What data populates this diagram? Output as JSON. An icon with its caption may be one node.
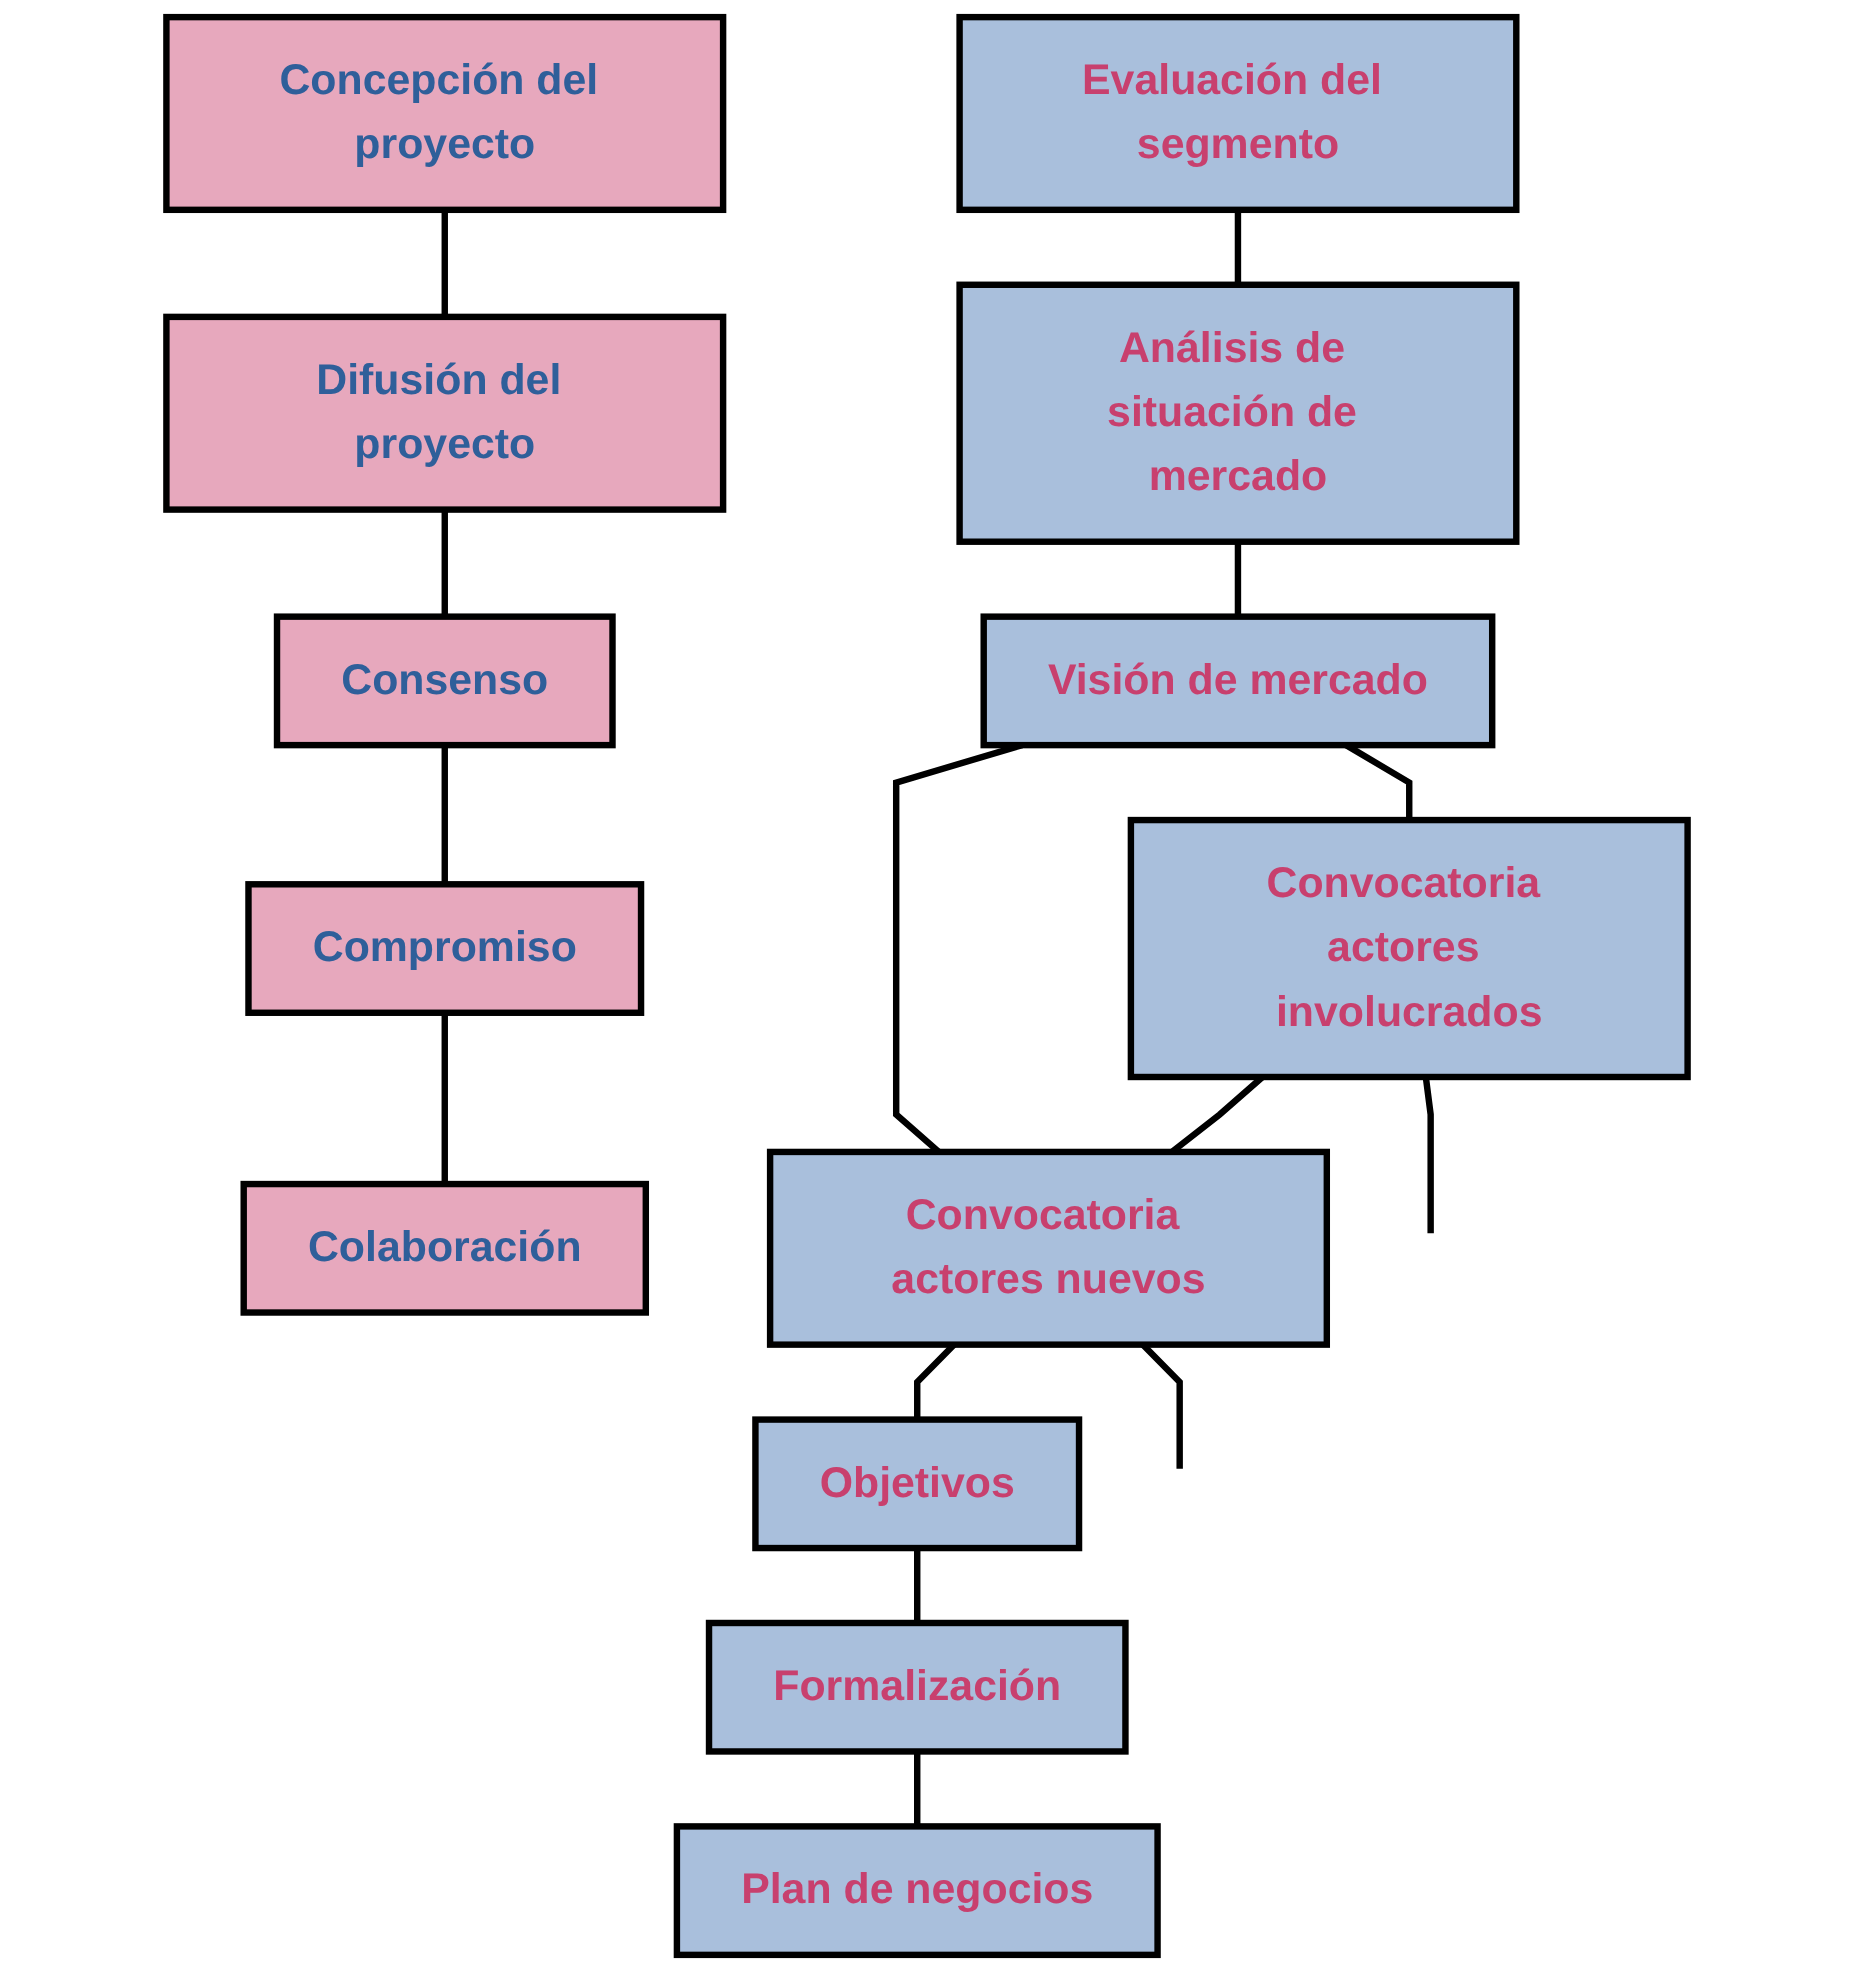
{
  "diagram": {
    "nodes": [
      {
        "text": [
          "Concepción del proyecto"
        ]
      },
      {
        "text": [
          "Difusión del proyecto"
        ]
      },
      {
        "text": [
          "Consenso"
        ]
      },
      {
        "text": [
          "Compromiso"
        ]
      },
      {
        "text": [
          "Colaboración"
        ]
      },
      {
        "text": [
          "Evaluación del segmento"
        ]
      },
      {
        "text": [
          "Análisis de situación de mercado"
        ]
      },
      {
        "text": [
          "Visión de mercado"
        ]
      },
      {
        "text": [
          "Convocatoria actores involucrados"
        ]
      },
      {
        "text": [
          "Convocatoria actores nuevos"
        ]
      },
      {
        "text": [
          "Objetivos"
        ]
      },
      {
        "text": [
          "Formalización"
        ]
      },
      {
        "text": [
          "Plan de negocios"
        ]
      }
    ],
    "edges": [
      {
        "from": 0,
        "to": 1,
        "arrow": "none"
      },
      {
        "from": 1,
        "to": 2,
        "arrow": "none"
      },
      {
        "from": 2,
        "to": 3,
        "arrow": "none"
      },
      {
        "from": 3,
        "to": 4,
        "arrow": "none"
      },
      {
        "from": 5,
        "to": 6,
        "arrow": "none"
      },
      {
        "from": 6,
        "to": 7,
        "arrow": "none"
      },
      {
        "from": 7,
        "to": 8,
        "arrow": "none"
      },
      {
        "from": 7,
        "to": 9,
        "arrow": "none"
      },
      {
        "from": 8,
        "to": 9,
        "arrow": "none"
      },
      {
        "from": 9,
        "to": 10,
        "arrow": "none"
      },
      {
        "from": 10,
        "to": 11,
        "arrow": "none"
      },
      {
        "from": 11,
        "to": 12,
        "arrow": "none"
      },
      {
        "from": 8,
        "to": null,
        "arrow": "none"
      },
      {
        "from": 9,
        "to": null,
        "arrow": "none"
      }
    ]
  }
}
